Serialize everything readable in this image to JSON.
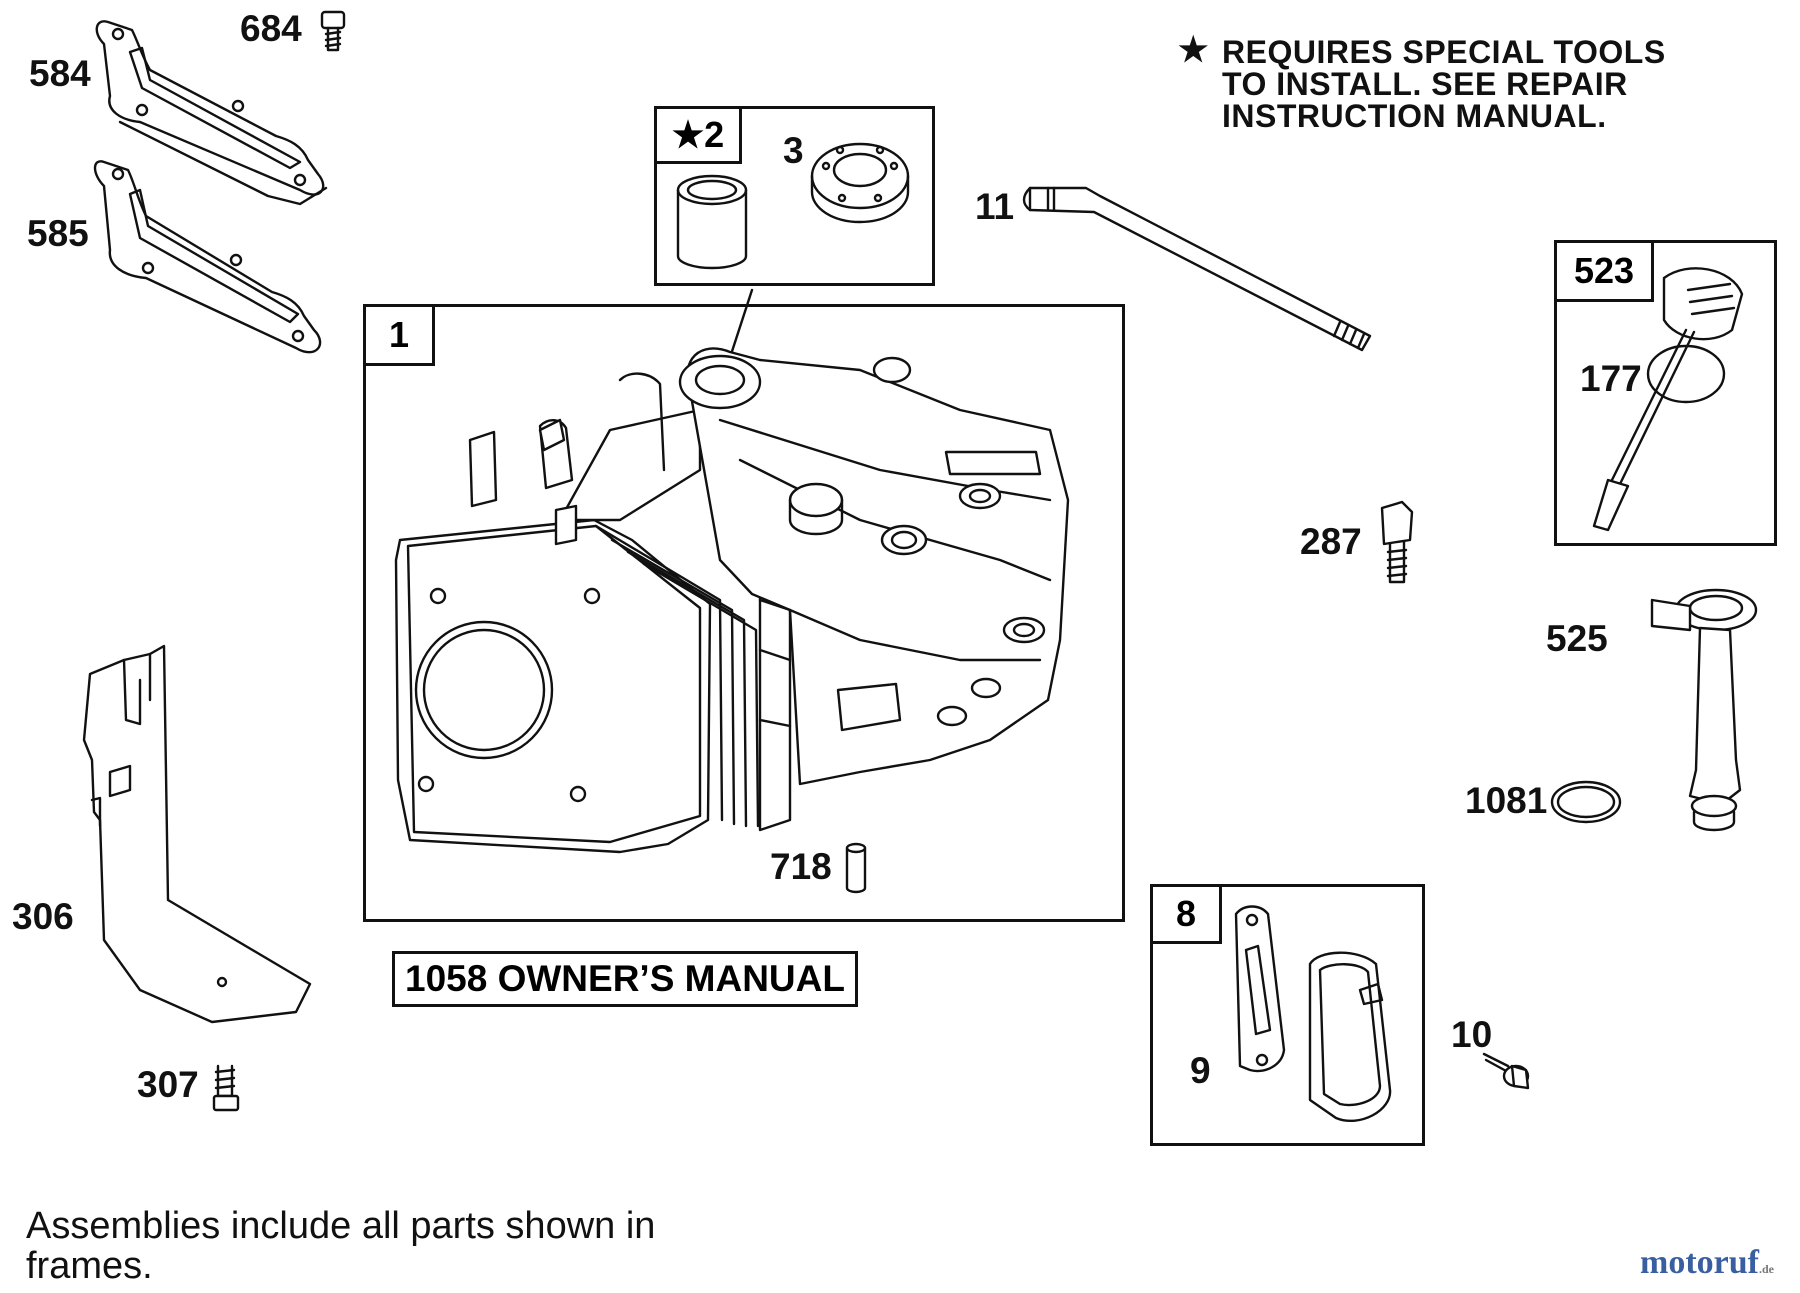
{
  "notice": {
    "symbol": "★",
    "lines": [
      "REQUIRES SPECIAL TOOLS",
      "TO INSTALL.  SEE REPAIR",
      "INSTRUCTION MANUAL."
    ]
  },
  "part_labels": {
    "p584": "584",
    "p684": "684",
    "p585": "585",
    "p3": "3",
    "p11": "11",
    "p177": "177",
    "p287": "287",
    "p525": "525",
    "p1081": "1081",
    "p718": "718",
    "p306": "306",
    "p307": "307",
    "p9": "9",
    "p10": "10"
  },
  "frame_tags": {
    "f2": "★2",
    "f1": "1",
    "f523": "523",
    "f8": "8"
  },
  "owners_manual": "1058 OWNER’S MANUAL",
  "footnote": [
    "Assemblies  include  all  parts  shown  in",
    "frames."
  ],
  "watermark": {
    "main": "motoruf",
    "suffix": ".de"
  }
}
